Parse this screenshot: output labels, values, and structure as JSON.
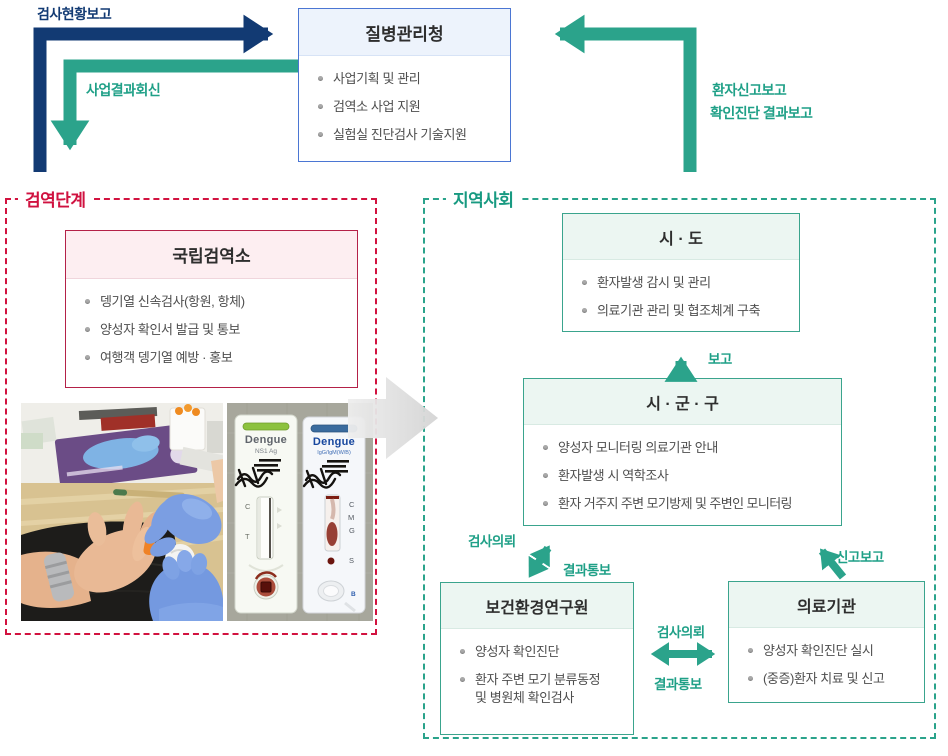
{
  "top": {
    "report_status_label": "검사현황보고",
    "project_feedback_label": "사업결과회신",
    "patient_report_label": "환자신고보고",
    "confirm_result_label": "확인진단 결과보고"
  },
  "kdca": {
    "title": "질병관리청",
    "items": [
      "사업기획 및 관리",
      "검역소 사업 지원",
      "실험실 진단검사 기술지원"
    ]
  },
  "quarantine": {
    "section_label": "검역단계",
    "station": {
      "title": "국립검역소",
      "items": [
        "뎅기열 신속검사(항원, 항체)",
        "양성자 확인서 발급 및 통보",
        "여행객 뎅기열 예방 · 홍보"
      ]
    },
    "kits": {
      "left": {
        "brand": "Dengue",
        "type": "NS1 Ag",
        "markers": [
          "C",
          "T"
        ]
      },
      "right": {
        "brand": "Dengue",
        "type": "IgG/IgM(W/B)",
        "markers": [
          "C",
          "M",
          "G",
          "S"
        ],
        "side_mark": "B"
      }
    }
  },
  "community": {
    "section_label": "지역사회",
    "sido": {
      "title": "시 · 도",
      "items": [
        "환자발생 감시 및 관리",
        "의료기관 관리 및 협조체계 구축"
      ]
    },
    "sigungu": {
      "title": "시 · 군 · 구",
      "items": [
        "양성자 모니터링 의료기관 안내",
        "환자발생 시 역학조사",
        "환자 거주지 주변 모기방제 및 주변인 모니터링"
      ]
    },
    "institute": {
      "title": "보건환경연구원",
      "items": [
        "양성자 확인진단",
        "환자 주변 모기 분류동정\n및 병원체 확인검사"
      ]
    },
    "medical": {
      "title": "의료기관",
      "items": [
        "양성자 확인진단 실시",
        "(중증)환자 치료 및 신고"
      ]
    },
    "arrows": {
      "report_up": "보고",
      "test_request_diag": "검사의뢰",
      "result_notify_diag": "결과통보",
      "report_notify": "신고보고",
      "test_request_mid": "검사의뢰",
      "result_notify_mid": "결과통보"
    }
  },
  "colors": {
    "navy": "#123a73",
    "teal": "#2aa38b",
    "red": "#d01240",
    "blue_border": "#4b76d3",
    "teal_border": "#3aa48d",
    "pink_border": "#b42148"
  }
}
